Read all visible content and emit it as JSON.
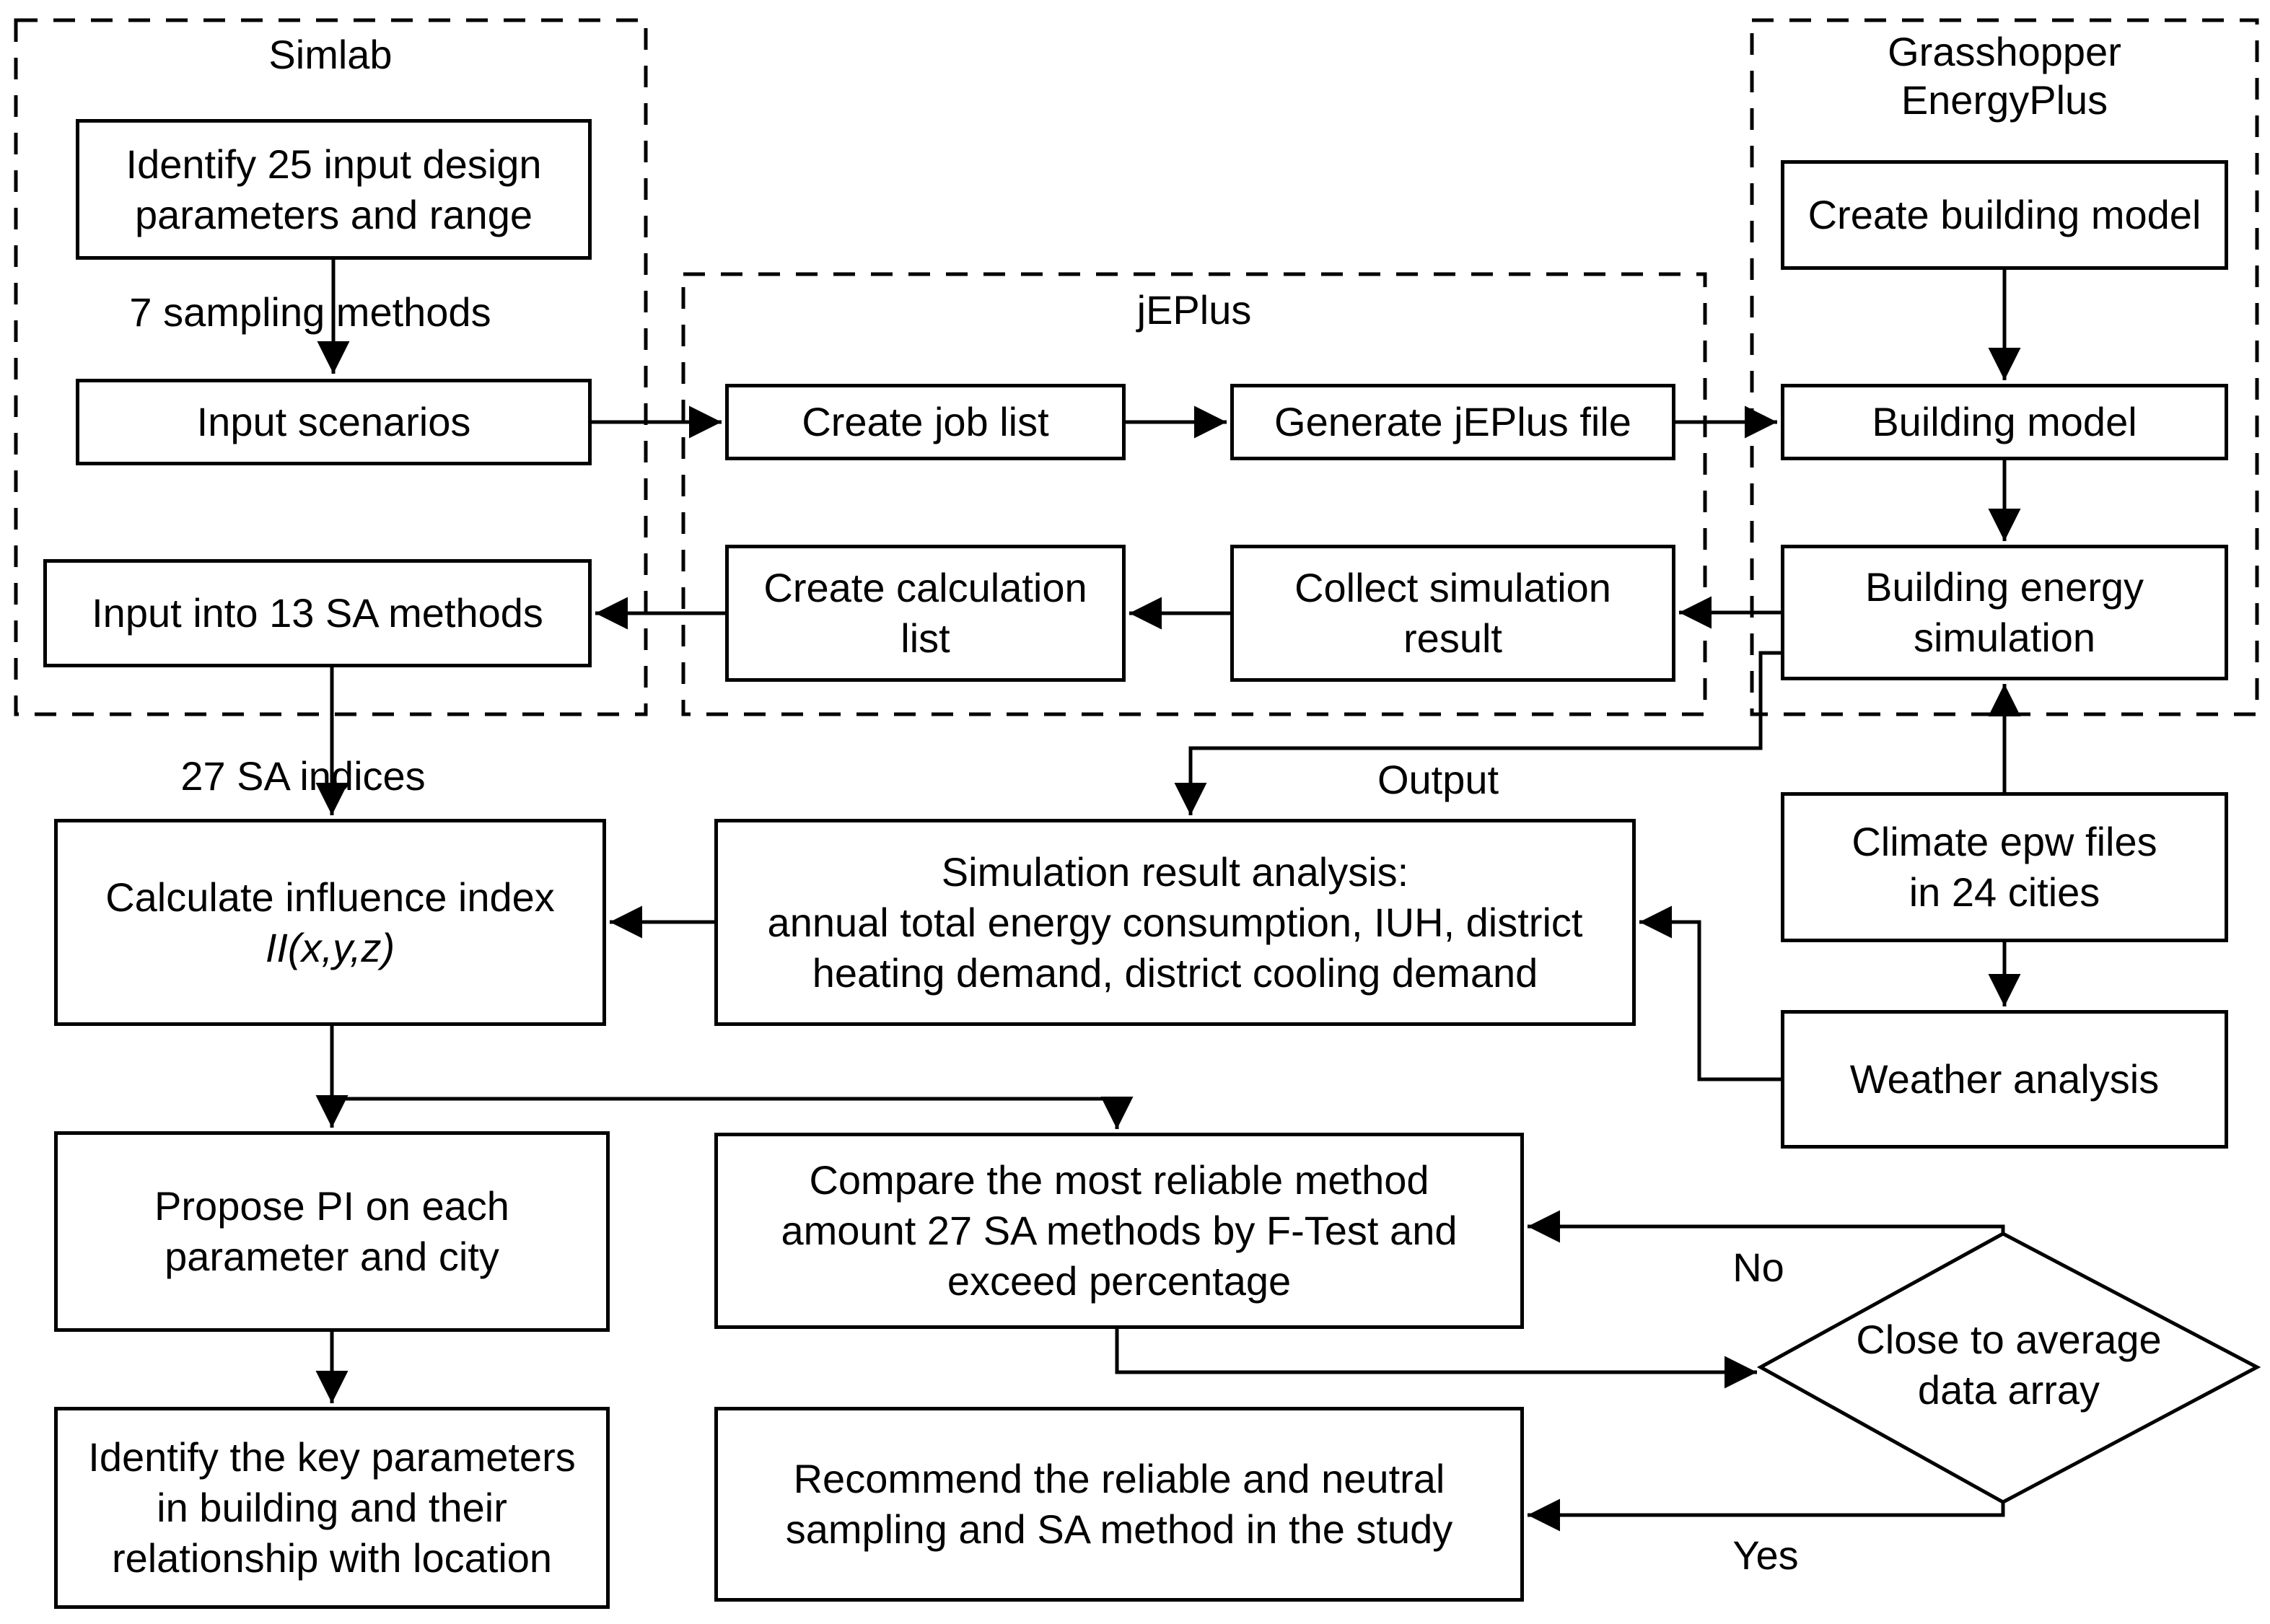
{
  "containers": {
    "simlab": "Simlab",
    "jeplus": "jEPlus",
    "grasshopper_line1": "Grasshopper",
    "grasshopper_line2": "EnergyPlus"
  },
  "boxes": {
    "identify": {
      "line1": "Identify 25 input design",
      "line2": "parameters and range"
    },
    "input_scenarios": {
      "line1": "Input scenarios"
    },
    "input_sa": {
      "line1": "Input into 13 SA methods"
    },
    "create_job": {
      "line1": "Create job list"
    },
    "generate_jeplus": {
      "line1": "Generate jEPlus file"
    },
    "create_calc": {
      "line1": "Create calculation",
      "line2": "list"
    },
    "collect_sim": {
      "line1": "Collect simulation",
      "line2": "result"
    },
    "create_building": {
      "line1": "Create building model"
    },
    "building_model": {
      "line1": "Building model"
    },
    "building_sim": {
      "line1": "Building energy",
      "line2": "simulation"
    },
    "climate": {
      "line1": "Climate epw files",
      "line2": "in 24 cities"
    },
    "weather": {
      "line1": "Weather analysis"
    },
    "calc_index": {
      "line1": "Calculate influence index",
      "line2": "II(x,y,z)"
    },
    "sim_analysis": {
      "line1": "Simulation result analysis:",
      "line2": "annual total energy consumption, IUH, district",
      "line3": "heating demand, district cooling demand"
    },
    "propose": {
      "line1": "Propose PI on each",
      "line2": "parameter and city"
    },
    "identify_key": {
      "line1": "Identify the key parameters",
      "line2": "in building and their",
      "line3": "relationship with location"
    },
    "compare": {
      "line1": "Compare the most reliable method",
      "line2": "amount 27 SA methods by F-Test and",
      "line3": "exceed percentage"
    },
    "recommend": {
      "line1": "Recommend the reliable and neutral",
      "line2": "sampling and SA method in the study"
    }
  },
  "labels": {
    "sampling_methods": "7 sampling methods",
    "sa_indices": "27 SA indices",
    "output": "Output",
    "no": "No",
    "yes": "Yes"
  },
  "diamond": {
    "line1": "Close to average",
    "line2": "data array"
  },
  "colors": {
    "line": "#000000",
    "background": "#ffffff"
  }
}
